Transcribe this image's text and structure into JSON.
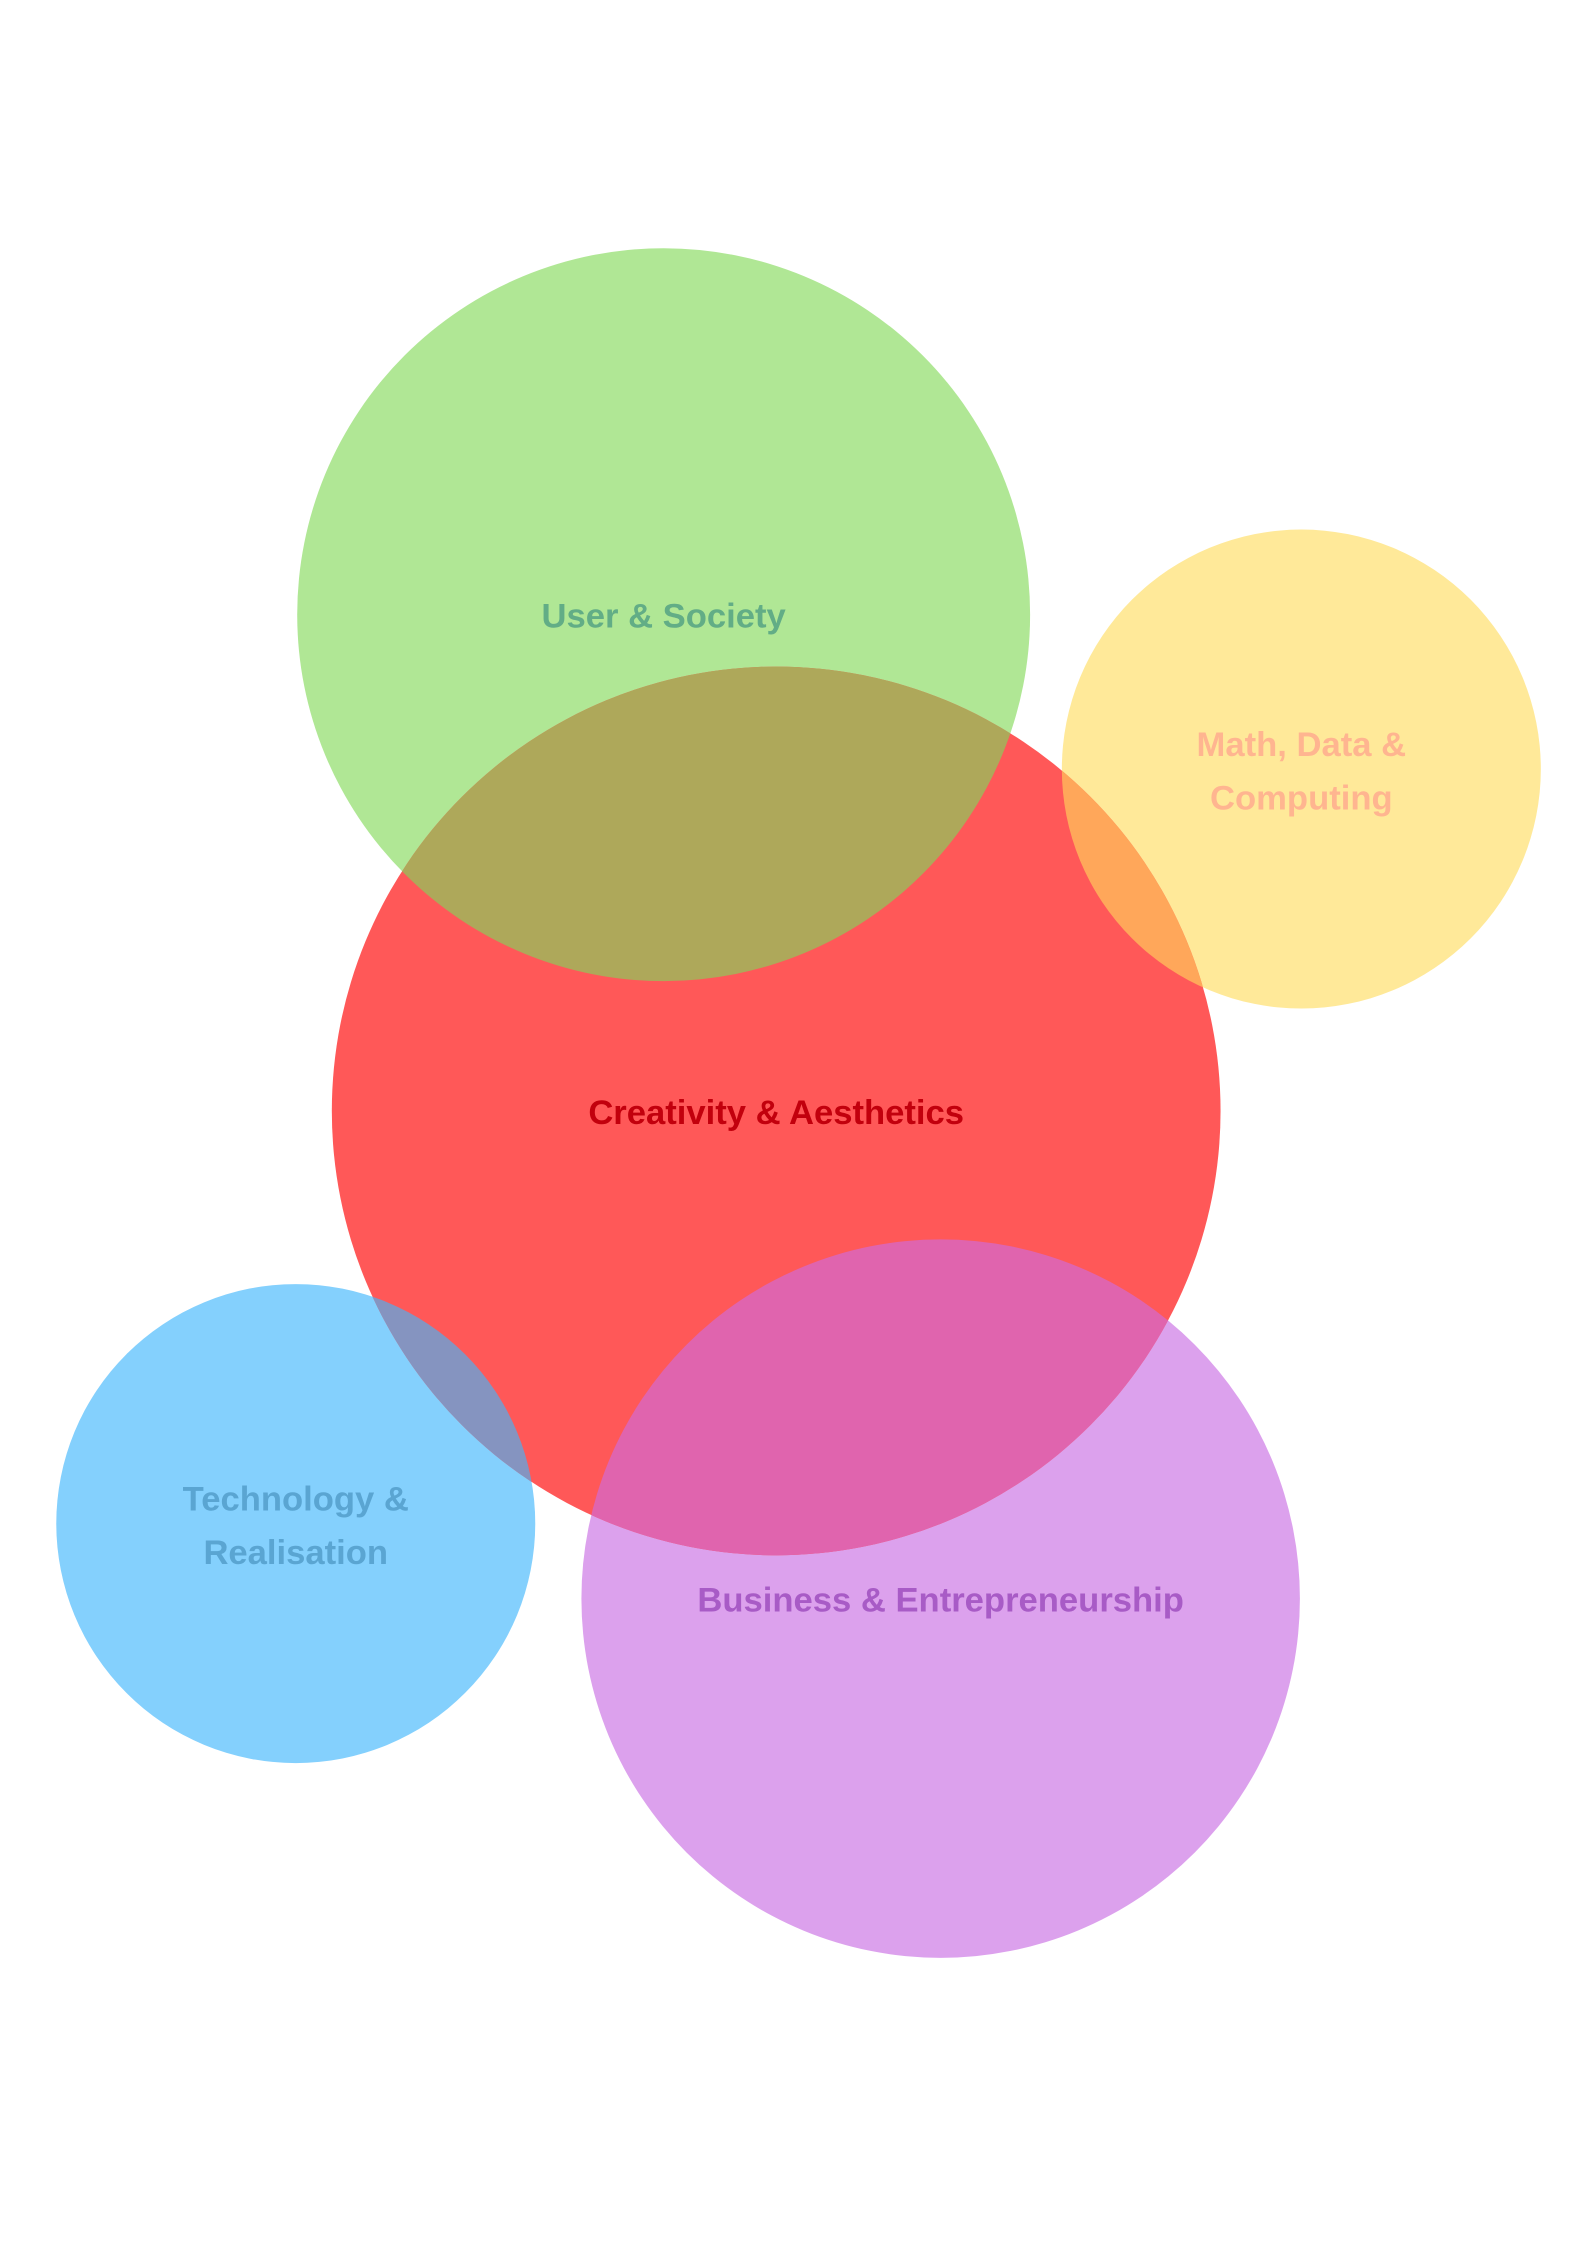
{
  "diagram": {
    "type": "bubble-venn",
    "circles": [
      {
        "id": "user",
        "lines": [
          "User & Society"
        ],
        "color": "#b0e795",
        "label_color": "#62ad86"
      },
      {
        "id": "math",
        "lines": [
          "Math, Data &",
          "Computing"
        ],
        "color": "#ffe999",
        "label_color": "#ffb590"
      },
      {
        "id": "creativity",
        "lines": [
          "Creativity & Aesthetics"
        ],
        "color": "#ff5858",
        "label_color": "#c2000d"
      },
      {
        "id": "tech",
        "lines": [
          "Technology &",
          "Realisation"
        ],
        "color": "#84d0fd",
        "label_color": "#5aa5d2"
      },
      {
        "id": "business",
        "lines": [
          "Business & Entrepreneurship"
        ],
        "color": "#dca1ed",
        "label_color": "#a85bc6"
      }
    ],
    "overlap_colors": {
      "user_creativity": "#aea85a",
      "math_creativity": "#ffa75a",
      "business_creativity": "#e064ae",
      "tech_creativity": "#8594c0"
    }
  }
}
